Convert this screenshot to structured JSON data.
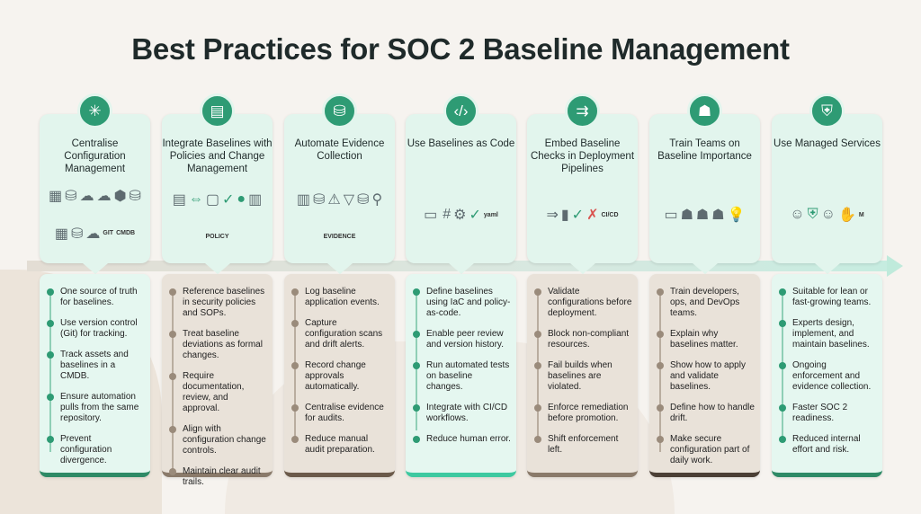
{
  "title": "Best Practices for SOC 2 Baseline Management",
  "colors": {
    "accent": "#2e9b74",
    "mint": "#e2f5ed",
    "beige": "#e9e2d9"
  },
  "columns": [
    {
      "title": "Centralise Configuration Management",
      "icon": "network-hub-icon",
      "illus": [
        "GIT",
        "CMDB"
      ],
      "bar": "#2e8a66",
      "style": "g",
      "items": [
        "One source of truth for baselines.",
        "Use version control (Git) for tracking.",
        "Track assets and baselines in a CMDB.",
        "Ensure automation pulls from the same repository.",
        "Prevent configuration divergence."
      ]
    },
    {
      "title": "Integrate Baselines with Policies and Change Management",
      "icon": "policy-document-icon",
      "illus": [
        "POLICY"
      ],
      "bar": "#8a7a6a",
      "style": "b",
      "items": [
        "Reference baselines in security policies and SOPs.",
        "Treat baseline deviations as formal changes.",
        "Require documentation, review, and approval.",
        "Align with configuration change controls.",
        "Maintain clear audit trails."
      ]
    },
    {
      "title": "Automate Evidence Collection",
      "icon": "database-search-icon",
      "illus": [
        "EVIDENCE"
      ],
      "bar": "#6b5a4a",
      "style": "b",
      "items": [
        "Log baseline application events.",
        "Capture configuration scans and drift alerts.",
        "Record change approvals automatically.",
        "Centralise evidence for audits.",
        "Reduce manual audit preparation."
      ]
    },
    {
      "title": "Use Baselines as Code",
      "icon": "code-icon",
      "illus": [
        "yaml"
      ],
      "bar": "#3dc9a0",
      "style": "g",
      "items": [
        "Define baselines using IaC and policy-as-code.",
        "Enable peer review and version history.",
        "Run automated tests on baseline changes.",
        "Integrate with CI/CD workflows.",
        "Reduce human error."
      ]
    },
    {
      "title": "Embed Baseline Checks in Deployment Pipelines",
      "icon": "pipeline-icon",
      "illus": [
        "CI/CD"
      ],
      "bar": "#8a7a6a",
      "style": "b",
      "items": [
        "Validate configurations before deployment.",
        "Block non-compliant resources.",
        "Fail builds when baselines are violated.",
        "Enforce remediation before promotion.",
        "Shift enforcement left."
      ]
    },
    {
      "title": "Train Teams on Baseline Importance",
      "icon": "team-icon",
      "illus": [],
      "bar": "#4b3f35",
      "style": "b",
      "items": [
        "Train developers, ops, and DevOps teams.",
        "Explain why baselines matter.",
        "Show how to apply and validate baselines.",
        "Define how to handle drift.",
        "Make secure configuration part of daily work."
      ]
    },
    {
      "title": "Use Managed Services",
      "icon": "managed-shield-icon",
      "illus": [
        "M"
      ],
      "bar": "#2e8a66",
      "style": "g",
      "items": [
        "Suitable for lean or fast-growing teams.",
        "Experts design, implement, and maintain baselines.",
        "Ongoing enforcement and evidence collection.",
        "Faster SOC 2 readiness.",
        "Reduced internal effort and risk."
      ]
    }
  ]
}
